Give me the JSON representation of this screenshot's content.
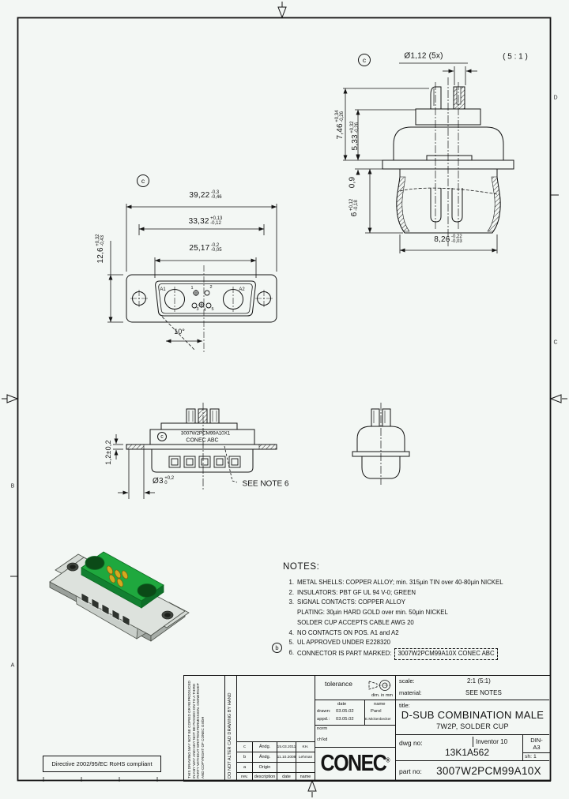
{
  "frame": {
    "zones_right": [
      "D",
      "C"
    ],
    "zones_left": [
      "B",
      "A"
    ]
  },
  "detail_view": {
    "balloon": "c",
    "scale_label": "( 5 : 1 )",
    "dim_pin": {
      "main": "Ø1,12 (5x)"
    },
    "dim_h_total": {
      "main": "7,46",
      "up": "+0,34",
      "dn": "-0,26"
    },
    "dim_h_upper": {
      "main": "5,33",
      "up": "+0,32",
      "dn": "-0,26"
    },
    "dim_flange_thk": {
      "main": "0,9"
    },
    "dim_h_lower": {
      "main": "6",
      "up": "+0,12",
      "dn": "-0,18"
    },
    "dim_width": {
      "main": "8,26",
      "up": "-0,22",
      "dn": "-0,03"
    }
  },
  "front_view": {
    "balloon": "c",
    "dim_w1": {
      "main": "39,22",
      "up": "-0,3",
      "dn": "-0,46"
    },
    "dim_w2": {
      "main": "33,32",
      "up": "+0,13",
      "dn": "-0,12"
    },
    "dim_w3": {
      "main": "25,17",
      "up": "-0,2",
      "dn": "-0,05"
    },
    "dim_h": {
      "main": "12,6",
      "up": "+0,32",
      "dn": "-0,43"
    },
    "dim_angle": "10°",
    "contacts": {
      "a1": "A1",
      "a2": "A2",
      "c1": "1",
      "c2": "2",
      "c3": "3",
      "c4": "4",
      "c5": "5"
    }
  },
  "side_view": {
    "balloon": "c",
    "marking_line1": "3007W2PCM99A10X1",
    "marking_line2": "CONEC ABC",
    "dim_flange": "1,2±0,2",
    "dim_hole": {
      "main": "Ø3",
      "up": "+0,2",
      "dn": "0"
    },
    "note_ref": "SEE NOTE 6"
  },
  "notes": {
    "heading": "NOTES:",
    "items": [
      {
        "num": "1.",
        "lines": [
          "METAL SHELLS: COPPER ALLOY; min. 315µin TIN over 40-80µin NICKEL"
        ]
      },
      {
        "num": "2.",
        "lines": [
          "INSULATORS: PBT GF UL 94 V-0; GREEN"
        ]
      },
      {
        "num": "3.",
        "lines": [
          "SIGNAL CONTACTS: COPPER ALLOY",
          "PLATING: 30µin HARD GOLD over min. 50µin NICKEL",
          "SOLDER CUP ACCEPTS CABLE AWG 20"
        ]
      },
      {
        "num": "4.",
        "lines": [
          "NO CONTACTS ON POS. A1 and A2"
        ]
      },
      {
        "num": "5.",
        "lines": [
          "UL APPROVED UNDER E228320"
        ],
        "balloon": "b"
      },
      {
        "num": "6.",
        "lines": [
          "CONNECTOR IS PART MARKED:"
        ],
        "marked": "3007W2PCM99A10X CONEC ABC"
      }
    ]
  },
  "rohs": "Directive 2002/95/EC RoHS compliant",
  "disclaimer": {
    "small": "THIS DRAWING MAY NOT BE COPIED OR REPRODUCED IN ANY WAY AND MAY NOT BE PASSED ON TO A THIRD PARTY WITHOUT WRITTEN PERMISSION. OWNERSHIP AND COPYRIGHT OF CONEC GmbH",
    "large": "DO NOT ALTER CAD DRAWING BY HAND"
  },
  "revisions": {
    "headers": [
      "rev.",
      "description",
      "date",
      "name"
    ],
    "rows": [
      {
        "rev": "c",
        "description": "Ändg.",
        "date": "15.03.2011",
        "name": "KH."
      },
      {
        "rev": "b",
        "description": "Ändg.",
        "date": "11.10.2008",
        "name": "Lehman"
      },
      {
        "rev": "a",
        "description": "Origin",
        "date": "",
        "name": ""
      }
    ]
  },
  "titleblock": {
    "tolerance_label": "tolerance",
    "dim_unit": "dim. in mm",
    "scale_label": "scale:",
    "scale_value": "2:1 (5:1)",
    "material_label": "material:",
    "material_value": "SEE NOTES",
    "date_header": "date",
    "name_header": "name",
    "drawn_label": "drawn:",
    "drawn_date": "03.05.02",
    "drawn_name": "Parol",
    "appd_label": "appd.:",
    "appd_date": "03.05.02",
    "appd_name": "E.Mickenbecker",
    "norm_label": "norm",
    "chkd_label": "ch'kd",
    "title_label": "title:",
    "title_line1": "D-SUB COMBINATION MALE",
    "title_line2": "7W2P, SOLDER CUP",
    "dwg_label": "dwg no:",
    "dwg_value": "13K1A562",
    "cad_system": "Inventor 10",
    "format_line1": "DIN-",
    "format_line2": "A3",
    "sheet": "sh: 1",
    "part_label": "part no:",
    "part_value": "3007W2PCM99A10X",
    "logo": "CONEC",
    "logo_reg": "®"
  },
  "colors": {
    "line": "#141414",
    "insulator_green": "#1fa83e",
    "contact_gold": "#d4a91f",
    "shell_grey": "#d6dbd6"
  }
}
